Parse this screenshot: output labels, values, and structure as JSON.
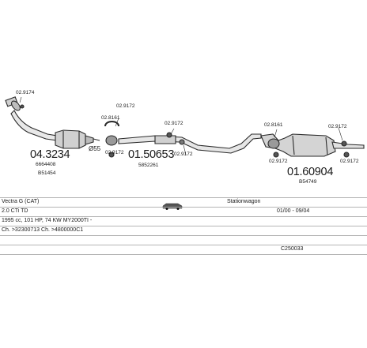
{
  "parts": {
    "big": [
      "04.3234",
      "01.50653",
      "01.60904"
    ],
    "small": [
      "02.9174",
      "02.9172",
      "02.8161",
      "02.9172",
      "02.9172",
      "02.9172",
      "02.8161",
      "02.9172",
      "02.9172",
      "02.9172"
    ],
    "refs": [
      "6664408",
      "B51454",
      "5852261",
      "B54749"
    ],
    "pipe_note": "Ø55"
  },
  "info": {
    "row1": {
      "model": "Vectra G  (CAT)",
      "body": "Stationwagon"
    },
    "row2": {
      "engine": "2.0 CTi TD",
      "years": "01/00 - 09/04"
    },
    "row3": {
      "spec": "1995 cc, 101 HP, 74 KW MY2000TI -"
    },
    "row4": {
      "chassis": "Ch. >32300713  Ch. >4800000C1"
    },
    "row5": {
      "code": "C250033"
    }
  },
  "colors": {
    "stroke": "#2a2a2a",
    "fill": "#d8d8d8",
    "dark": "#555555",
    "line": "#b5b5b5"
  },
  "icons": [
    "car-wagon-icon"
  ]
}
